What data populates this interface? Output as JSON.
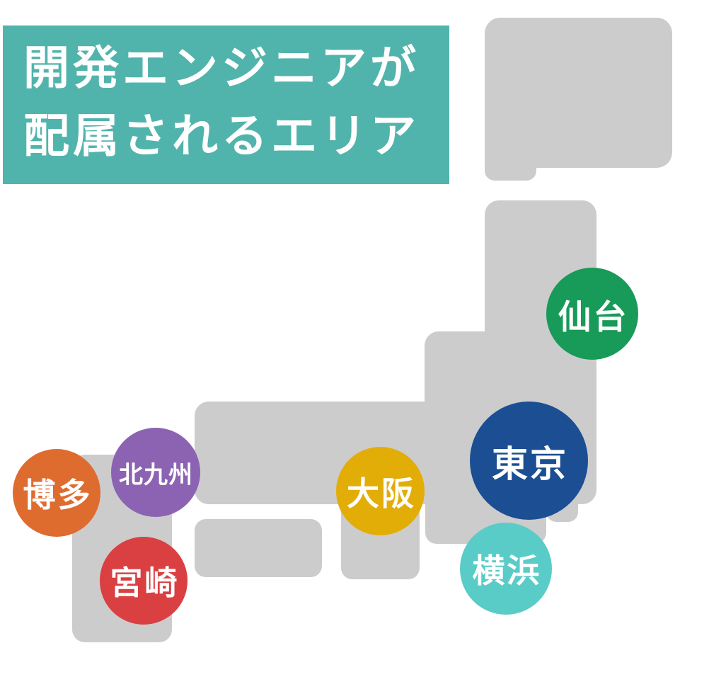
{
  "title": {
    "line1": "開発エンジニアが",
    "line2": "配属されるエリア",
    "bg_color": "#51B4AC",
    "text_color": "#FFFFFF"
  },
  "map": {
    "region_color": "#CCCCCC",
    "regions": [
      "hokkaido",
      "tohoku",
      "chubu",
      "honshu-wide",
      "tokai",
      "kanto-tab",
      "kii-peninsula",
      "shikoku",
      "kyushu"
    ]
  },
  "cities": [
    {
      "name": "sendai",
      "label": "仙台",
      "color": "#189A58",
      "text_color": "#FFFFFF"
    },
    {
      "name": "tokyo",
      "label": "東京",
      "color": "#1B4E92",
      "text_color": "#FFFFFF"
    },
    {
      "name": "yokohama",
      "label": "横浜",
      "color": "#5ACCC7",
      "text_color": "#FFFFFF"
    },
    {
      "name": "osaka",
      "label": "大阪",
      "color": "#E3AD08",
      "text_color": "#FFFFFF"
    },
    {
      "name": "kitakyushu",
      "label": "北九州",
      "color": "#8C63B2",
      "text_color": "#FFFFFF"
    },
    {
      "name": "hakata",
      "label": "博多",
      "color": "#DF6C2F",
      "text_color": "#FFFFFF"
    },
    {
      "name": "miyazaki",
      "label": "宮崎",
      "color": "#DA3F41",
      "text_color": "#FFFFFF"
    }
  ]
}
